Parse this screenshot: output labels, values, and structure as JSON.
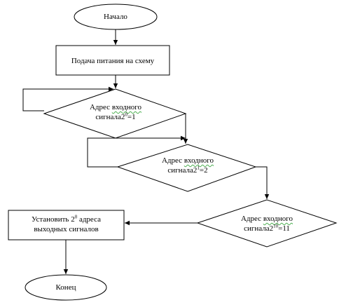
{
  "start": {
    "label": "Начало"
  },
  "power": {
    "label": "Подача питания  на схему"
  },
  "decision1": {
    "line1_a": "Адрес ",
    "line1_b": "входного",
    "line2_a": "сигнала2",
    "line2_sup": "0",
    "line2_b": "=1"
  },
  "decision2": {
    "line1_a": "Адрес ",
    "line1_b": "входного",
    "line2_a": "сигнала2",
    "line2_sup": "1",
    "line2_b": "=2"
  },
  "decision3": {
    "line1_a": "Адрес ",
    "line1_b": "входного",
    "line2_a": "сигнала2",
    "line2_sup": "10",
    "line2_b": "=11"
  },
  "output": {
    "line1_a": "Установить  2",
    "line1_sup": "0",
    "line1_b": " адреса",
    "line2": "выходных  сигналов"
  },
  "end": {
    "label": "Конец"
  }
}
